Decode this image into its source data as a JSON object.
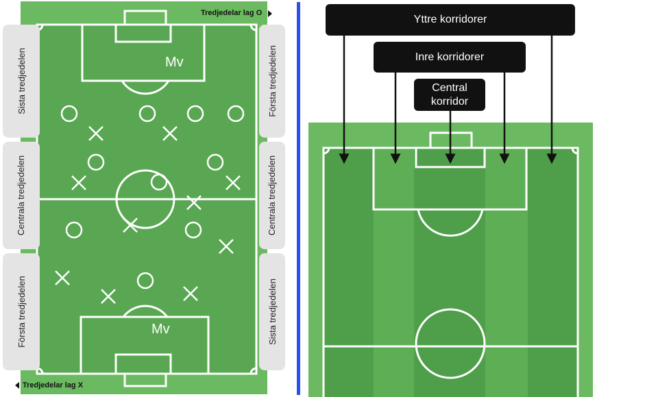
{
  "left_diagram": {
    "team_o_label": "Tredjedelar lag O",
    "team_x_label": "Tredjedelar lag X",
    "goalkeeper_top": "Mv",
    "goalkeeper_bottom": "Mv",
    "left_thirds": [
      "Sista tredjedelen",
      "Centrala tredjedelen",
      "Första tredjedelen"
    ],
    "right_thirds": [
      "Första tredjedelen",
      "Centrala tredjedelen",
      "Sista tredjedelen"
    ]
  },
  "right_diagram": {
    "callouts": {
      "outer": "Yttre korridorer",
      "inner": "Inre korridorer",
      "central_line1": "Central",
      "central_line2": "korridor"
    }
  },
  "colors": {
    "grass_light": "#6bb960",
    "grass_dark": "#4f9f4a",
    "pitch_line": "#ffffff",
    "divider": "#2a4ff0",
    "callout_bg": "#111111"
  }
}
